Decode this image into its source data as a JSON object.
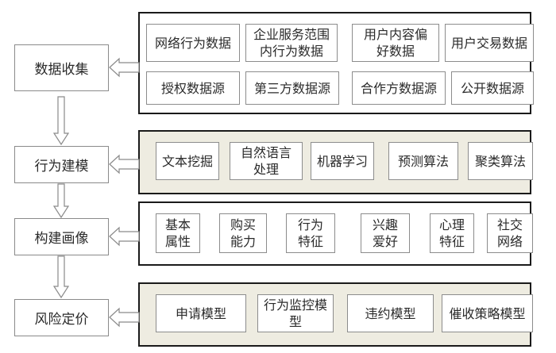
{
  "stages": [
    {
      "label": "数据收集"
    },
    {
      "label": "行为建模"
    },
    {
      "label": "构建画像"
    },
    {
      "label": "风险定价"
    }
  ],
  "panels": {
    "data_collection": {
      "row1": [
        "网络行为数据",
        "企业服务范围\n内行为数据",
        "用户内容偏\n好数据",
        "用户交易数据"
      ],
      "row2": [
        "授权数据源",
        "第三方数据源",
        "合作方数据源",
        "公开数据源"
      ]
    },
    "behavior_modeling": {
      "items": [
        "文本挖掘",
        "自然语言\n处理",
        "机器学习",
        "预测算法",
        "聚类算法"
      ]
    },
    "profile_building": {
      "items": [
        "基本\n属性",
        "购买\n能力",
        "行为\n特征",
        "兴趣\n爱好",
        "心理\n特征",
        "社交\n网络"
      ]
    },
    "risk_pricing": {
      "items": [
        "申请模型",
        "行为监控模\n型",
        "违约模型",
        "催收策略模型"
      ]
    }
  },
  "colors": {
    "panel_beige": "#eeece1",
    "panel_border": "#1a1a1a",
    "box_border": "#8c8c8c"
  }
}
